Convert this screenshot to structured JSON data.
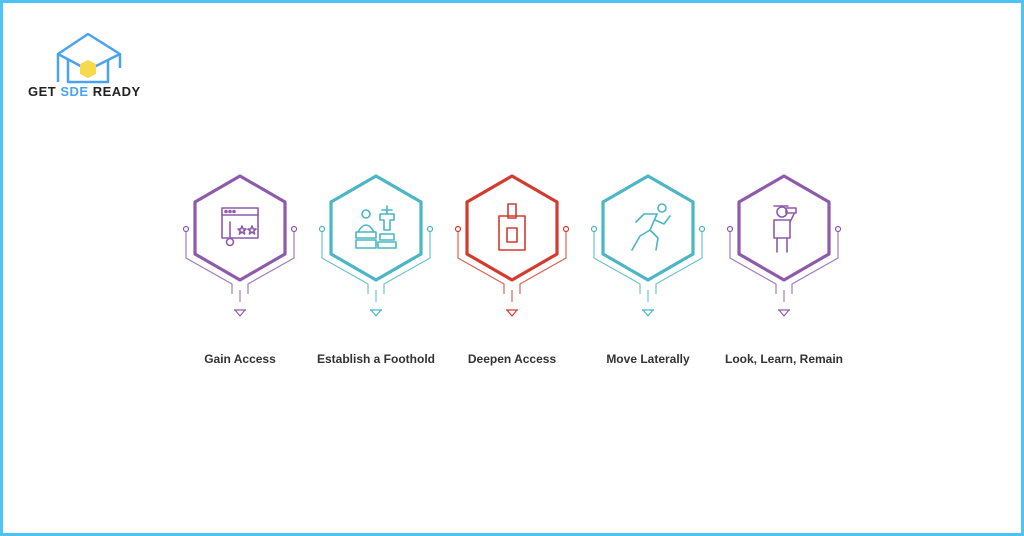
{
  "brand": {
    "logo_text_part1": "GET ",
    "logo_text_part2": "SDE",
    "logo_text_part3": " READY",
    "accent_color": "#4aa3f0",
    "hex_color": "#f7d94c"
  },
  "steps": [
    {
      "label": "Gain Access",
      "color": "#8e5bab",
      "icon": "browser-rating-icon"
    },
    {
      "label": "Establish a Foothold",
      "color": "#4bb6c4",
      "icon": "statues-icon"
    },
    {
      "label": "Deepen Access",
      "color": "#d43b2f",
      "icon": "id-badge-icon"
    },
    {
      "label": "Move Laterally",
      "color": "#4bb6c4",
      "icon": "running-person-icon"
    },
    {
      "label": "Look, Learn, Remain",
      "color": "#8e5bab",
      "icon": "person-binoculars-icon"
    }
  ]
}
